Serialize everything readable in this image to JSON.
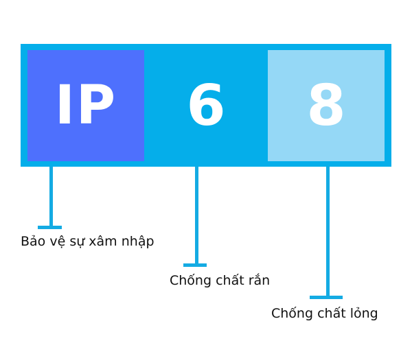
{
  "code": {
    "prefix": "IP",
    "first_digit": "6",
    "second_digit": "8"
  },
  "labels": {
    "prefix": "Bảo vệ sự xâm nhập",
    "first_digit": "Chống chất rắn",
    "second_digit": "Chống chất lỏng"
  },
  "colors": {
    "frame": "#05aeea",
    "prefix_box": "#4e70fd",
    "second_digit_box": "#95d8f6",
    "connector": "#14abe3",
    "text_on_box": "#ffffff",
    "label_text": "#111111"
  }
}
